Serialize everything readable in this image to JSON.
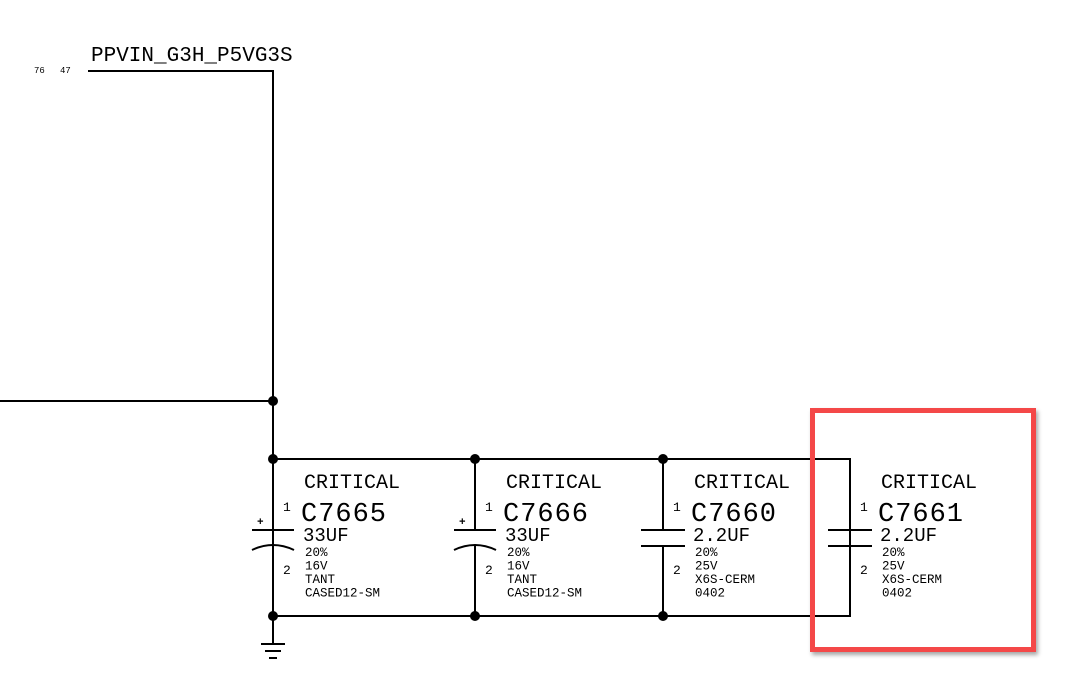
{
  "net": {
    "name": "PPVIN_G3H_P5VG3S",
    "page_refs": [
      "76",
      "47"
    ]
  },
  "capacitors": [
    {
      "label": "CRITICAL",
      "ref": "C7665",
      "value": "33UF",
      "specs": [
        "20%",
        "16V",
        "TANT",
        "CASED12-SM"
      ],
      "pin1": "1",
      "pin2": "2",
      "polarized": true,
      "polarity": "+"
    },
    {
      "label": "CRITICAL",
      "ref": "C7666",
      "value": "33UF",
      "specs": [
        "20%",
        "16V",
        "TANT",
        "CASED12-SM"
      ],
      "pin1": "1",
      "pin2": "2",
      "polarized": true,
      "polarity": "+"
    },
    {
      "label": "CRITICAL",
      "ref": "C7660",
      "value": "2.2UF",
      "specs": [
        "20%",
        "25V",
        "X6S-CERM",
        "0402"
      ],
      "pin1": "1",
      "pin2": "2",
      "polarized": false
    },
    {
      "label": "CRITICAL",
      "ref": "C7661",
      "value": "2.2UF",
      "specs": [
        "20%",
        "25V",
        "X6S-CERM",
        "0402"
      ],
      "pin1": "1",
      "pin2": "2",
      "polarized": false,
      "highlighted": true
    }
  ],
  "colors": {
    "highlight": "#f44848",
    "wire": "#000000"
  }
}
